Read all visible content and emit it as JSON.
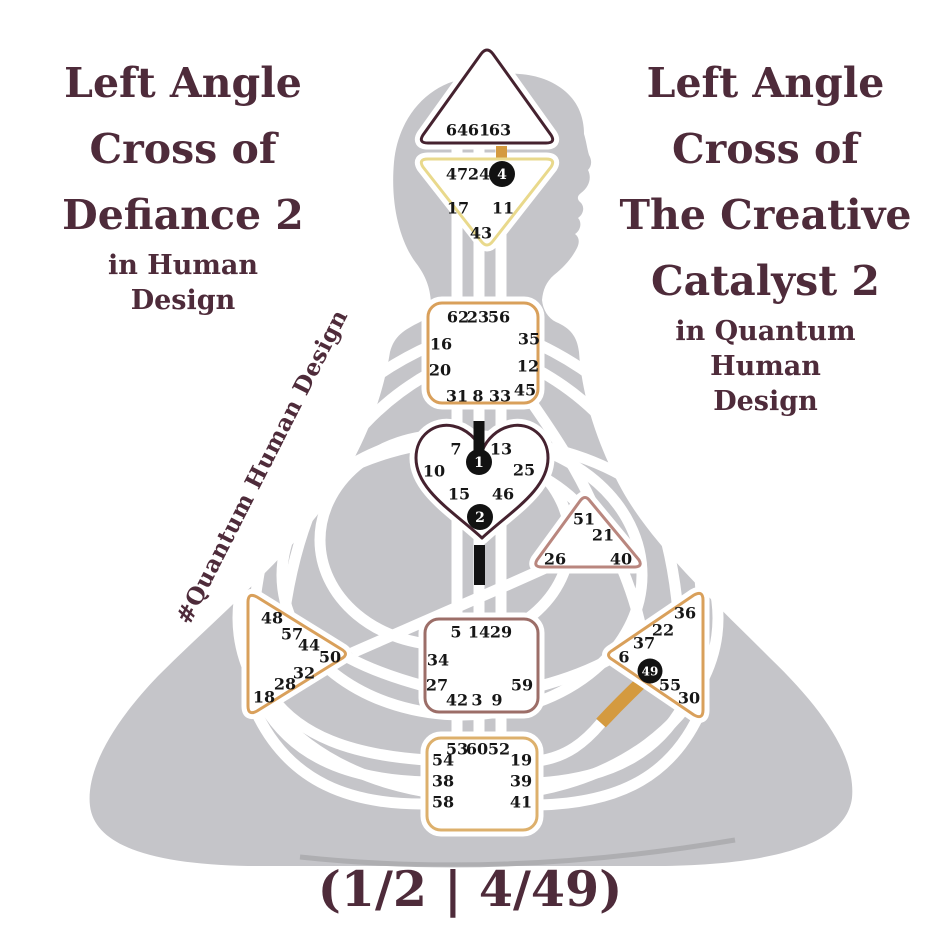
{
  "left_panel": {
    "title_lines": [
      "Left Angle",
      "Cross of",
      "Defiance 2"
    ],
    "subtitle_lines": [
      "in Human",
      "Design"
    ]
  },
  "right_panel": {
    "title_lines": [
      "Left Angle",
      "Cross of",
      "The Creative",
      "Catalyst 2"
    ],
    "subtitle_lines": [
      "in Quantum",
      "Human",
      "Design"
    ]
  },
  "watermark": {
    "text": "#Quantum Human Design"
  },
  "footer": {
    "profile_label": "(1/2 | 4/49)"
  },
  "colors": {
    "text_maroon": "#4e2b3a",
    "body_gray": "#c5c5c9",
    "head_border": "#45222f",
    "ajna_border": "#e9d98c",
    "throat_border": "#d9a05b",
    "g_border": "#45222f",
    "will_border": "#b9867e",
    "spleen_border": "#d9a05b",
    "solar_border": "#d9a05b",
    "sacral_border": "#9c6e68",
    "root_border": "#ddb06c",
    "activation_black": "#121212",
    "activation_gold": "#d49a3f"
  },
  "bodygraph": {
    "centers": {
      "head": {
        "gates": [
          64,
          61,
          63
        ]
      },
      "ajna": {
        "gates": [
          47,
          24,
          4,
          17,
          11,
          43
        ]
      },
      "throat": {
        "gates": [
          62,
          23,
          56,
          16,
          35,
          20,
          12,
          31,
          8,
          33,
          45
        ]
      },
      "g_center": {
        "gates": [
          7,
          13,
          1,
          10,
          25,
          15,
          46,
          2
        ]
      },
      "will": {
        "gates": [
          51,
          21,
          26,
          40
        ]
      },
      "spleen": {
        "gates": [
          48,
          57,
          44,
          50,
          32,
          28,
          18
        ]
      },
      "solar_plexus": {
        "gates": [
          36,
          22,
          37,
          6,
          49,
          55,
          30
        ]
      },
      "sacral": {
        "gates": [
          5,
          14,
          29,
          34,
          27,
          59,
          42,
          3,
          9
        ]
      },
      "root": {
        "gates": [
          53,
          60,
          52,
          54,
          19,
          38,
          39,
          58,
          41
        ]
      }
    },
    "activated_gates": [
      {
        "gate": 1,
        "side": "personality"
      },
      {
        "gate": 2,
        "side": "personality"
      },
      {
        "gate": 4,
        "side": "design"
      },
      {
        "gate": 49,
        "side": "design"
      }
    ],
    "colored_channel_segments": [
      {
        "channel": "8-1",
        "color": "black"
      },
      {
        "channel": "2-14",
        "color": "black"
      },
      {
        "channel": "63-4",
        "color": "gold"
      },
      {
        "channel": "19-49",
        "color": "gold"
      }
    ]
  }
}
